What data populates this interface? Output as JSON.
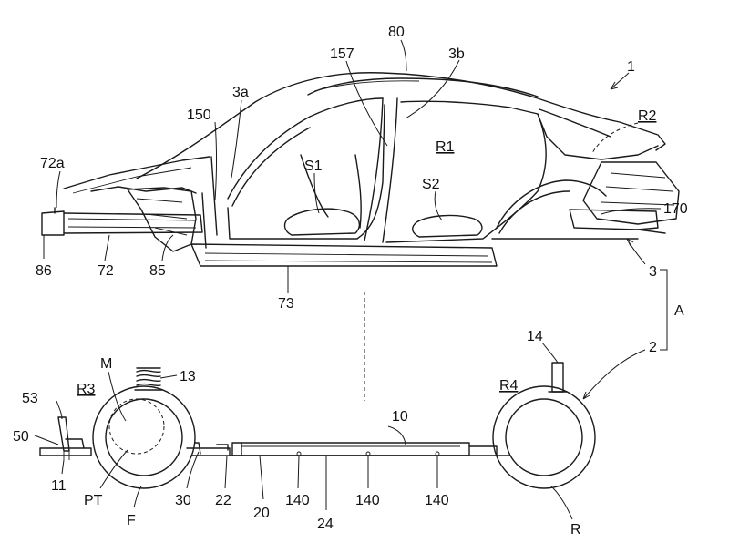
{
  "labels": {
    "n80": "80",
    "n157": "157",
    "n3b": "3b",
    "n1": "1",
    "n3a": "3a",
    "r2": "R2",
    "n150": "150",
    "r1": "R1",
    "s1": "S1",
    "n72a": "72a",
    "s2": "S2",
    "n170": "170",
    "n86": "86",
    "n72": "72",
    "n85": "85",
    "n73": "73",
    "n3": "3",
    "a": "A",
    "n2": "2",
    "n14": "14",
    "m": "M",
    "n13": "13",
    "r3": "R3",
    "n53": "53",
    "n10": "10",
    "r4": "R4",
    "n50": "50",
    "n11": "11",
    "pt": "PT",
    "n30": "30",
    "n22": "22",
    "n20": "20",
    "n140a": "140",
    "n24": "24",
    "n140b": "140",
    "n140c": "140",
    "f": "F",
    "r": "R"
  },
  "underlined": [
    "r2",
    "r1",
    "r3",
    "r4"
  ]
}
